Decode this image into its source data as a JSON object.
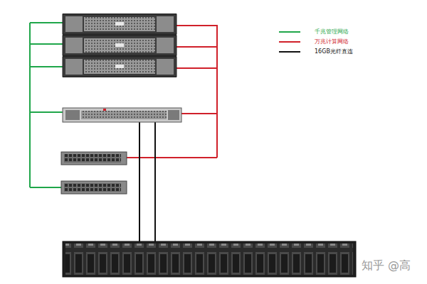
{
  "diagram": {
    "labels": [
      "知乎 @高"
    ],
    "legend": [
      {
        "text": "千兆管理网络",
        "color": "#1fa64a"
      },
      {
        "text": "万兆计算网络",
        "color": "#d0202a"
      },
      {
        "text": "16GB光纤直连",
        "color": "#111111"
      }
    ]
  }
}
